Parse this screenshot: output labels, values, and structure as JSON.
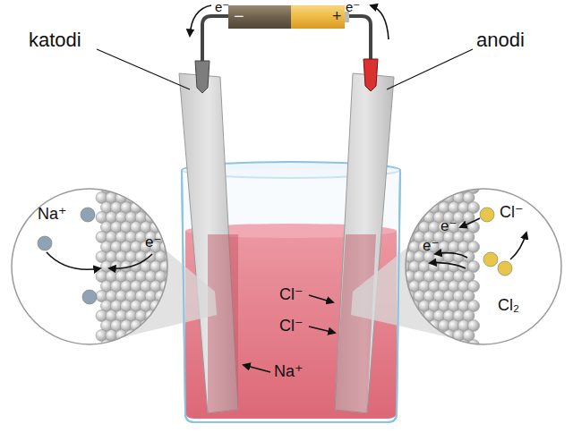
{
  "diagram": {
    "nodes": [
      {
        "text": [
          "−",
          "+"
        ]
      },
      {
        "text": [
          "Na⁺",
          "e⁻"
        ]
      },
      {
        "text": [
          "e⁻",
          "e⁻",
          "Cl⁻",
          "Cl₂"
        ]
      }
    ],
    "labels": [
      "katodi",
      "anodi",
      "e⁻",
      "e⁻",
      "Cl⁻",
      "Cl⁻",
      "Na⁺"
    ]
  }
}
